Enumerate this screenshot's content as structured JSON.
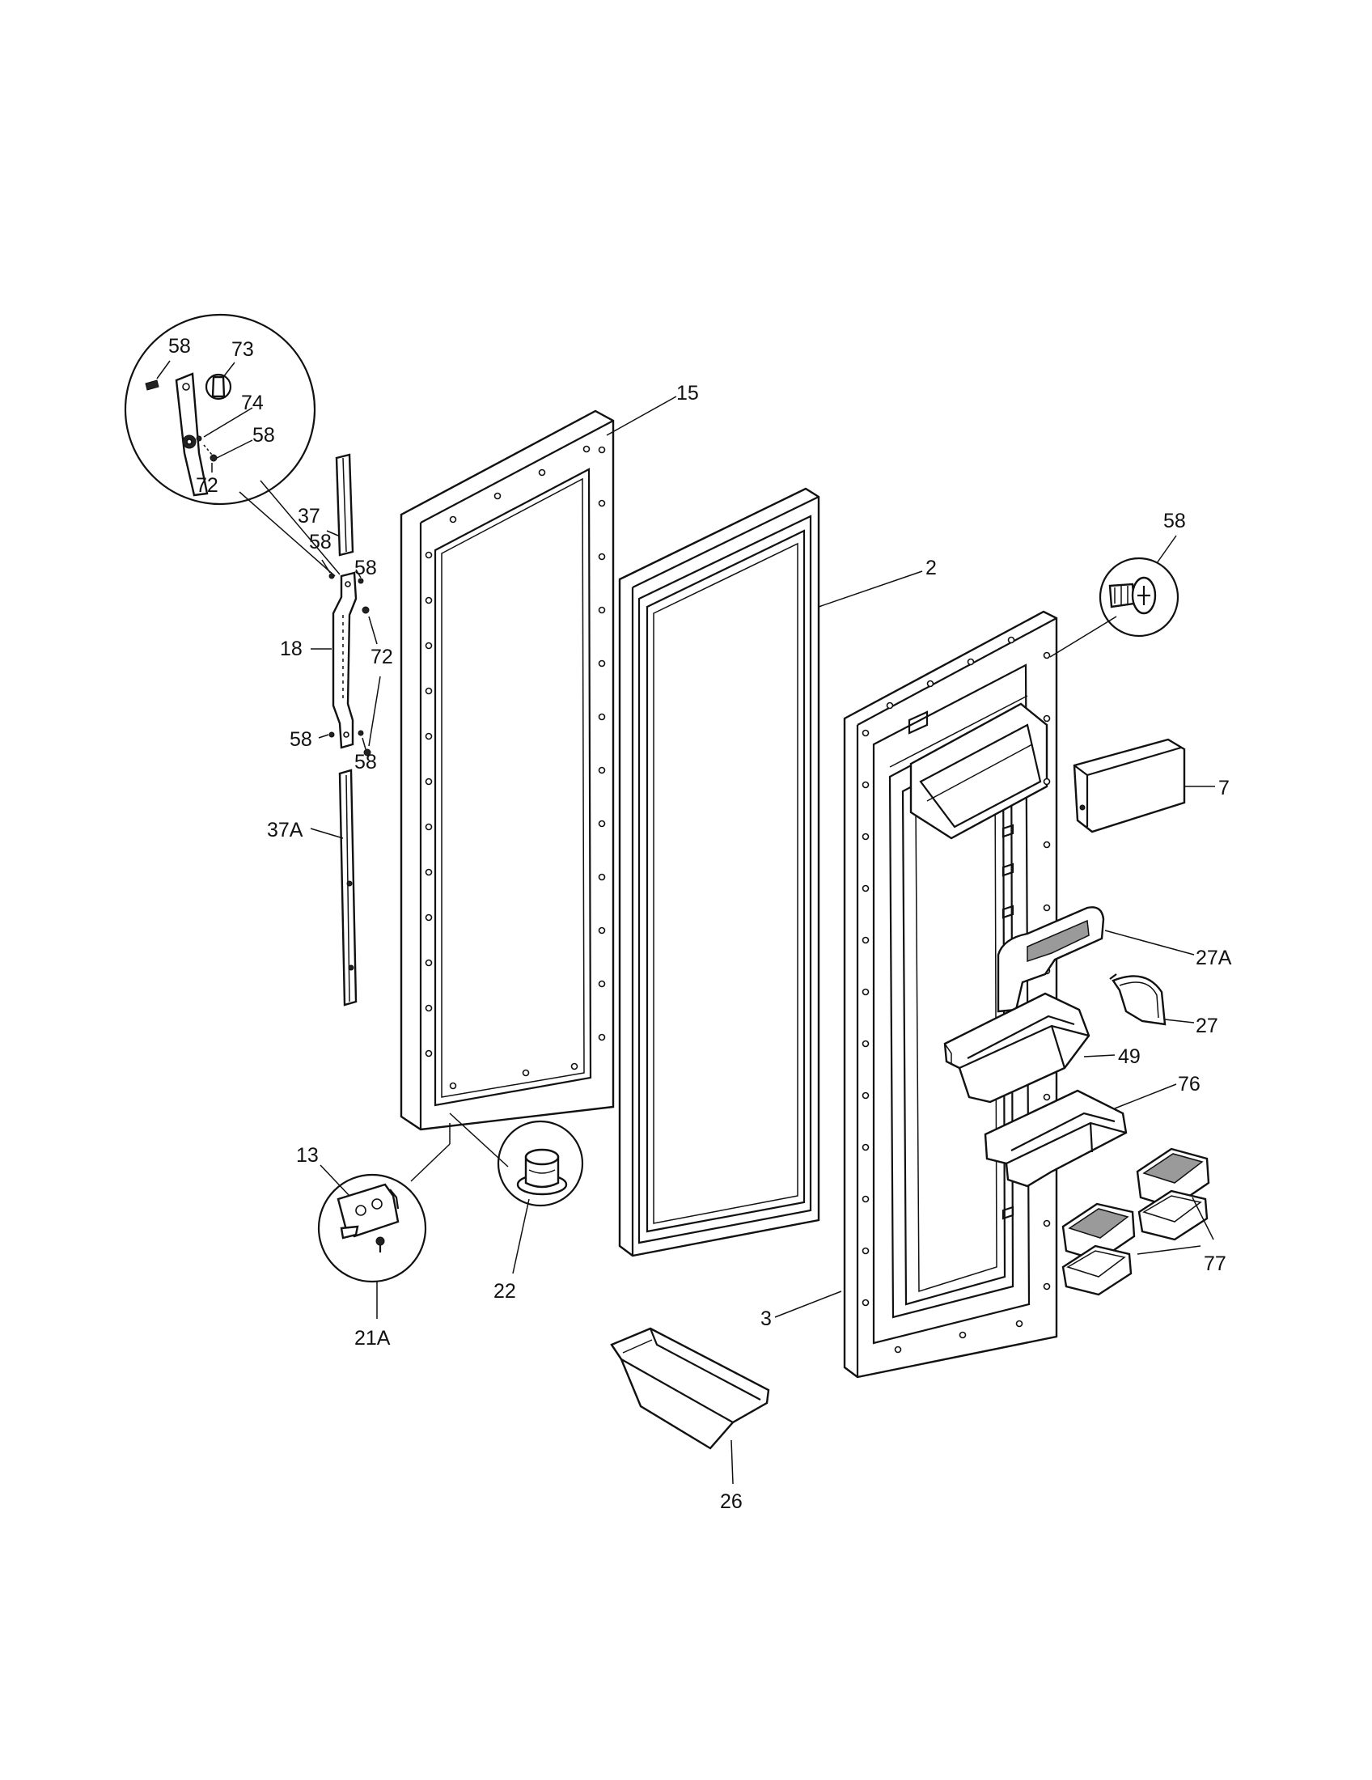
{
  "callouts": {
    "c58_inset_a": "58",
    "c73": "73",
    "c74": "74",
    "c58_inset_b": "58",
    "c72_inset": "72",
    "c15": "15",
    "c37": "37",
    "c58_handle_tl": "58",
    "c58_handle_tr": "58",
    "c18": "18",
    "c72_handle": "72",
    "c58_handle_bl": "58",
    "c58_handle_br": "58",
    "c37A": "37A",
    "c2": "2",
    "c58_screw": "58",
    "c7": "7",
    "c27A": "27A",
    "c27": "27",
    "c49": "49",
    "c76": "76",
    "c77": "77",
    "c13": "13",
    "c22": "22",
    "c21A": "21A",
    "c3": "3",
    "c26": "26"
  }
}
